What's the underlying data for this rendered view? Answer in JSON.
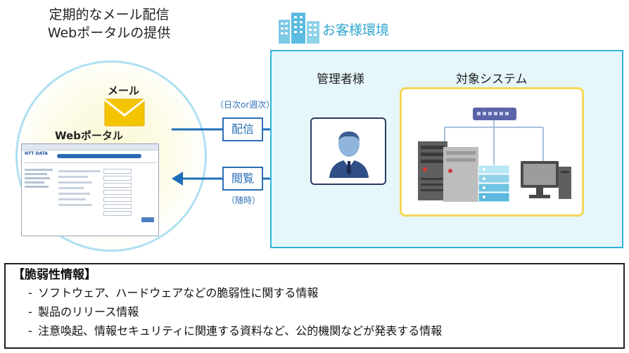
{
  "heading": {
    "line1": "定期的なメール配信",
    "line2": "Webポータルの提供"
  },
  "mail_label": "メール",
  "portal_label": "Webポータル",
  "portal_logo": "NTT DATA",
  "environment_label": "お客様環境",
  "admin_label": "管理者様",
  "system_label": "対象システム",
  "deliver": {
    "label": "配信",
    "frequency": "（日次or週次）"
  },
  "browse": {
    "label": "閲覧",
    "frequency": "（随時）"
  },
  "info": {
    "title": "【脆弱性情報】",
    "items": [
      "ソフトウェア、ハードウェアなどの脆弱性に関する情報",
      "製品のリリース情報",
      "注意喚起、情報セキュリティに関連する資料など、公的機関などが発表する情報"
    ]
  },
  "colors": {
    "arrow": "#1f6fb8",
    "environment_border": "#2fb4dc",
    "environment_fill": "#e6f7fb",
    "system_border": "#f3d757",
    "admin_border": "#2b3a67",
    "circle_border": "#aee0f3",
    "mail_icon": "#f5c400"
  }
}
